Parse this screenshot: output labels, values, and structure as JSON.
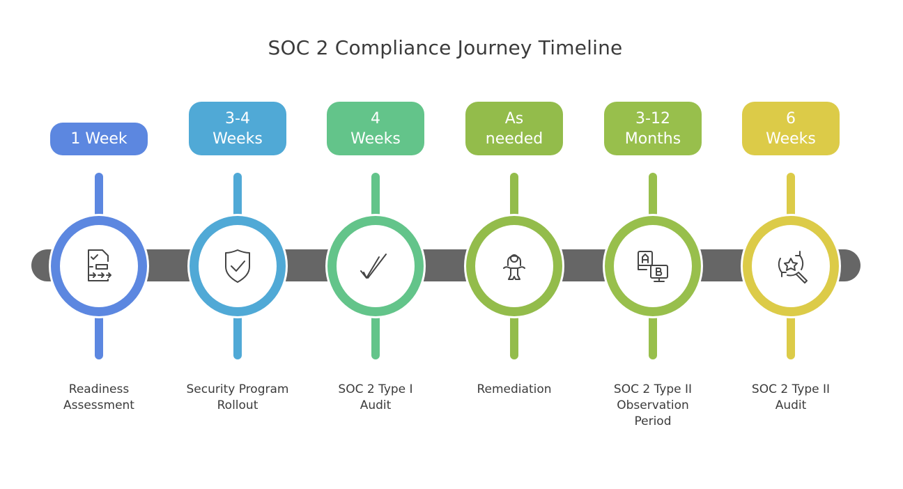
{
  "title": "SOC 2 Compliance Journey Timeline",
  "colors": {
    "bar": "#666666",
    "text": "#3b3b3b"
  },
  "steps": [
    {
      "duration": "1 Week",
      "label": "Readiness\nAssessment",
      "color": "#5c87e0",
      "icon": "checklist-document-icon"
    },
    {
      "duration": "3-4\nWeeks",
      "label": "Security Program\nRollout",
      "color": "#50a9d6",
      "icon": "shield-check-icon"
    },
    {
      "duration": "4\nWeeks",
      "label": "SOC 2 Type I\nAudit",
      "color": "#63c48a",
      "icon": "double-check-icon"
    },
    {
      "duration": "As\nneeded",
      "label": "Remediation",
      "color": "#93bc4b",
      "icon": "jump-rope-child-icon"
    },
    {
      "duration": "3-12\nMonths",
      "label": "SOC 2 Type II\nObservation\nPeriod",
      "color": "#98bf4c",
      "icon": "ab-test-icon"
    },
    {
      "duration": "6\nWeeks",
      "label": "SOC 2 Type II\nAudit",
      "color": "#dccb48",
      "icon": "star-search-refresh-icon"
    }
  ]
}
